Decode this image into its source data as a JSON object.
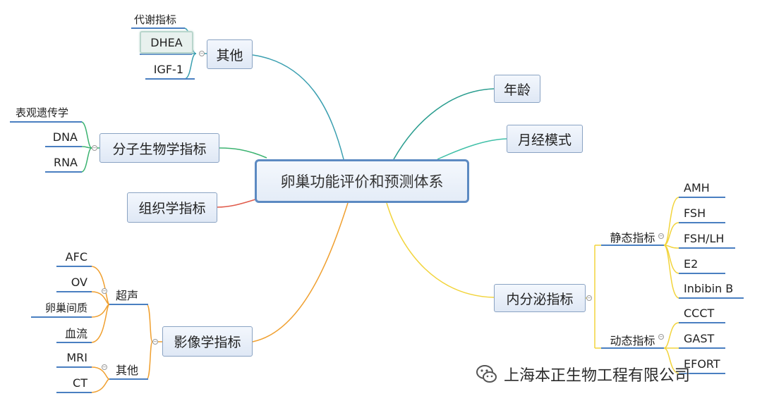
{
  "center": "卵巢功能评价和预测体系",
  "right": {
    "age": "年龄",
    "menstrual": "月经模式",
    "endocrine": {
      "label": "内分泌指标",
      "static": {
        "label": "静态指标",
        "items": [
          "AMH",
          "FSH",
          "FSH/LH",
          "E2",
          "Inbibin B"
        ]
      },
      "dynamic": {
        "label": "动态指标",
        "items": [
          "CCCT",
          "GAST",
          "EFORT"
        ]
      }
    }
  },
  "left": {
    "other": {
      "label": "其他",
      "group": "代谢指标",
      "items": [
        "DHEA",
        "IGF-1"
      ]
    },
    "molecular": {
      "label": "分子生物学指标",
      "items": [
        "表观遗传学",
        "DNA",
        "RNA"
      ]
    },
    "histology": "组织学指标",
    "imaging": {
      "label": "影像学指标",
      "ultrasound": {
        "label": "超声",
        "items": [
          "AFC",
          "OV",
          "卵巢间质",
          "血流"
        ]
      },
      "others": {
        "label": "其他",
        "items": [
          "MRI",
          "CT"
        ]
      }
    }
  },
  "watermark": "上海本正生物工程有限公司",
  "colors": {
    "other_branch": "#3a9fb0",
    "molecular_branch": "#3cb371",
    "histology_branch": "#e05a4a",
    "imaging_branch": "#f0a030",
    "age_branch": "#2a9d8f",
    "menstrual_branch": "#40c0a8",
    "endocrine_branch": "#f2d43c",
    "node_border": "#8aa3c3",
    "center_border": "#5c8ac2",
    "leaf_underline": "#4a7fc1"
  }
}
